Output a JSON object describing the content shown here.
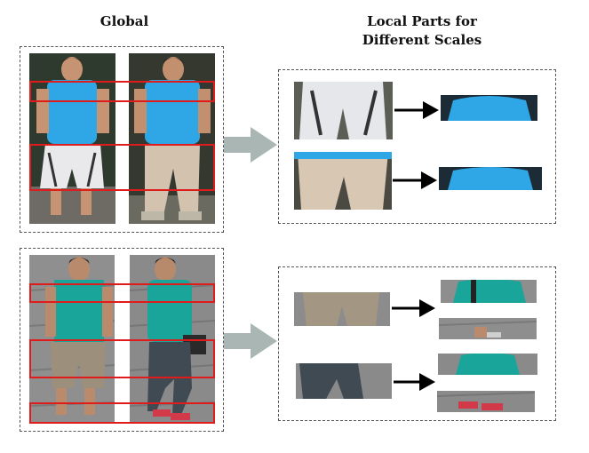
{
  "titles": {
    "global": "Global",
    "local_line1": "Local Parts for",
    "local_line2": "Different Scales"
  },
  "colors": {
    "red_box": "#e01b1b",
    "big_arrow": "#a9b6b3",
    "small_arrow": "#000000",
    "shirt_blue": "#2fa7e6",
    "shirt_teal": "#1aa59a",
    "pavement": "#8e8e8e"
  }
}
